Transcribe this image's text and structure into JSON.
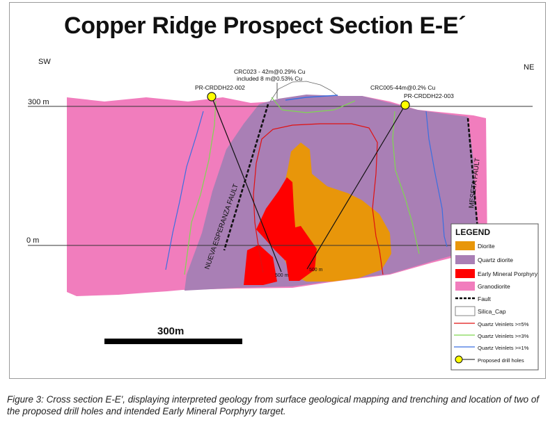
{
  "title": "Copper Ridge Prospect Section E-E´",
  "direction": {
    "left": "SW",
    "right": "NE"
  },
  "elevations": {
    "upper": "300 m",
    "lower": "0 m"
  },
  "drill_holes": [
    {
      "name": "PR-CRDDH22-002",
      "depth": "500 m"
    },
    {
      "name": "PR-CRDDH22-003",
      "depth": "500 m"
    }
  ],
  "annotations": {
    "crc023_line1": "CRC023 - 42m@0.29% Cu",
    "crc023_line2": "included 8 m@0.53% Cu",
    "crc005": "CRC005-44m@0.2% Cu"
  },
  "faults": {
    "left": "NUEVA ESPERANZA FAULT",
    "right": "MESETA FAULT"
  },
  "scale_bar": "300m",
  "legend": {
    "title": "LEGEND",
    "items": [
      {
        "label": "Diorite",
        "color": "#e8960a",
        "kind": "fill"
      },
      {
        "label": "Quartz diorite",
        "color": "#a97fb5",
        "kind": "fill"
      },
      {
        "label": "Early Mineral Porphyry",
        "color": "#ff0000",
        "kind": "fill"
      },
      {
        "label": "Granodiorite",
        "color": "#f17dbd",
        "kind": "fill"
      },
      {
        "label": "Fault",
        "color": "#000000",
        "kind": "dash"
      },
      {
        "label": "Silica_Cap",
        "color": "#ffffff",
        "kind": "outline"
      },
      {
        "label": "Quartz Veinlets >=5%",
        "color": "#e01010",
        "kind": "line"
      },
      {
        "label": "Quartz Veinlets >=3%",
        "color": "#7fd850",
        "kind": "line"
      },
      {
        "label": "Quartz Veinlets >=1%",
        "color": "#3a6fe0",
        "kind": "line"
      },
      {
        "label": "Proposed drill holes",
        "color": "#ffff00",
        "kind": "hole"
      }
    ]
  },
  "caption": "Figure 3: Cross section E-E', displaying interpreted geology from surface geological mapping and trenching and location of two of the proposed drill holes and intended Early Mineral Porphyry target."
}
